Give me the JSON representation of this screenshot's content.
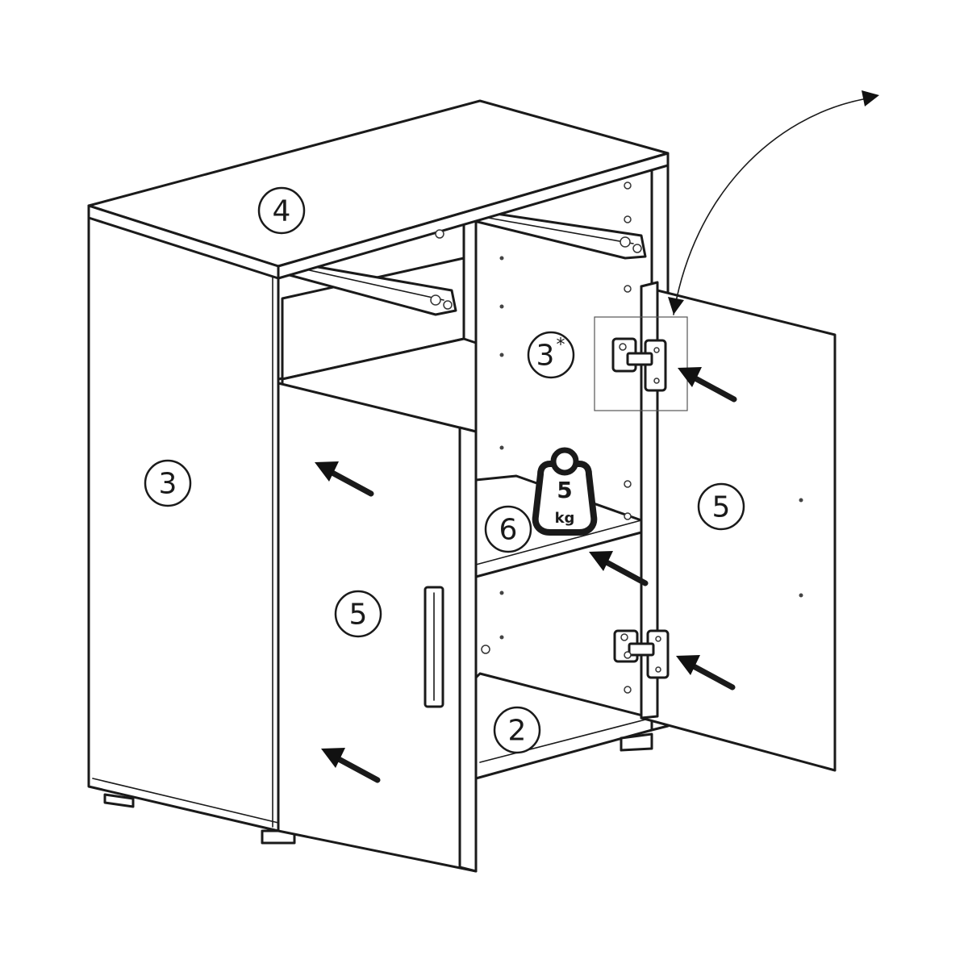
{
  "part_labels": {
    "top_panel": "4",
    "left_side_panel": "3",
    "middle_panel": "3",
    "middle_panel_mark": "*",
    "left_door": "5",
    "right_door": "5",
    "shelf": "6",
    "bottom_panel": "2"
  },
  "weight_limit": {
    "value": "5",
    "unit": "kg"
  },
  "icons": [
    "weight-icon",
    "hinge-icon",
    "drawer-rail-icon",
    "push-arrow-icon",
    "curved-arrow-icon"
  ]
}
